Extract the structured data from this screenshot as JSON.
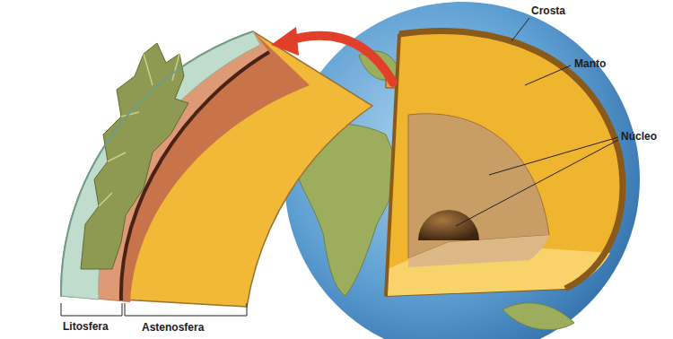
{
  "diagram": {
    "labels": [
      "Crosta",
      "Manto",
      "Núcleo",
      "Litosfera",
      "Astenosfera"
    ]
  }
}
